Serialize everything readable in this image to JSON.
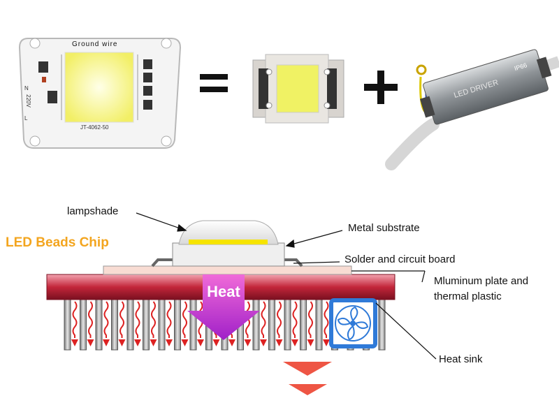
{
  "top": {
    "cob_module": {
      "label_top": "Ground wire",
      "label_bottom": "JT-4062-50",
      "side_labels": [
        "N",
        "220V",
        "L"
      ]
    },
    "equals_sign": "=",
    "plus_sign": "+",
    "driver": {
      "title": "LED DRIVER",
      "rating": "IP66"
    }
  },
  "diagram": {
    "title": "LED Beads Chip",
    "heat_label": "Heat",
    "labels": {
      "lampshade": "lampshade",
      "metal_substrate": "Metal substrate",
      "solder": "Solder and circuit board",
      "aluminum_line1": "Mluminum plate and",
      "aluminum_line2": "thermal plastic",
      "heat_sink": "Heat sink"
    }
  },
  "colors": {
    "title": "#f3a51f",
    "aluminum_plate": "#c3263a",
    "heat_arrow": "#e64fd8",
    "down_arrows": "#ee5544",
    "wave_arrows": "#dd2222",
    "fan": "#2f7ad8",
    "chip_yellow": "#f7f05a"
  }
}
